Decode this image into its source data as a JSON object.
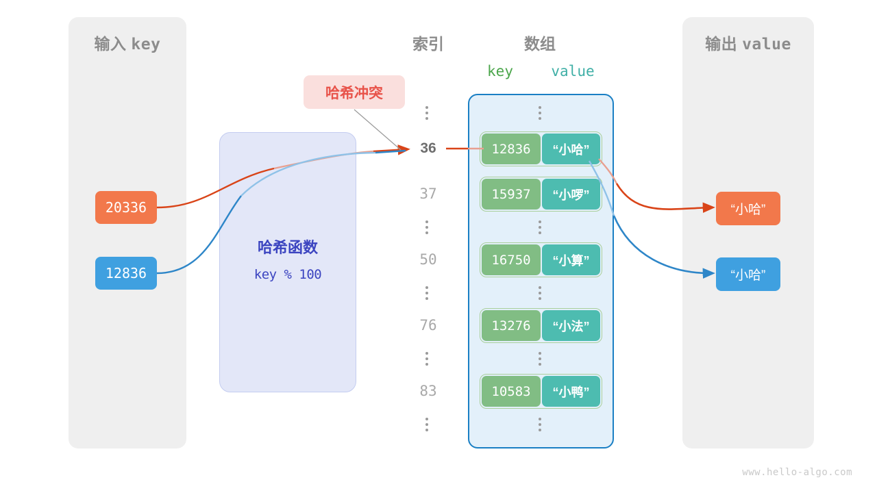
{
  "diagram": {
    "title": "哈希冲突",
    "watermark": "www.hello-algo.com"
  },
  "input_panel": {
    "title_cn": "输入",
    "title_mono": "key",
    "keys": [
      {
        "value": "20336",
        "color": "#F2784B"
      },
      {
        "value": "12836",
        "color": "#3FA0E0"
      }
    ]
  },
  "hash_function": {
    "title": "哈希函数",
    "formula": "key % 100",
    "color": "#3B44C0",
    "background": "#E3E7F8"
  },
  "collision": {
    "label": "哈希冲突",
    "text_color": "#E8534A",
    "background": "#FADFDD"
  },
  "middle": {
    "index_heading": "索引",
    "array_heading": "数组",
    "kv_key_header": "key",
    "kv_value_header": "value",
    "key_header_color": "#4CA64C",
    "value_header_color": "#3FAFA6",
    "array_border_color": "#1A7FC4",
    "array_background": "#E3F0FA"
  },
  "rows": [
    {
      "kind": "dots"
    },
    {
      "kind": "entry",
      "index": "36",
      "highlight": true,
      "key": "12836",
      "value": "“小哈”"
    },
    {
      "kind": "entry",
      "index": "37",
      "highlight": false,
      "key": "15937",
      "value": "“小啰”"
    },
    {
      "kind": "dots"
    },
    {
      "kind": "entry",
      "index": "50",
      "highlight": false,
      "key": "16750",
      "value": "“小算”"
    },
    {
      "kind": "dots"
    },
    {
      "kind": "entry",
      "index": "76",
      "highlight": false,
      "key": "13276",
      "value": "“小法”"
    },
    {
      "kind": "dots"
    },
    {
      "kind": "entry",
      "index": "83",
      "highlight": false,
      "key": "10583",
      "value": "“小鸭”"
    },
    {
      "kind": "dots"
    }
  ],
  "output_panel": {
    "title_cn": "输出",
    "title_mono": "value",
    "values": [
      {
        "value": "“小哈”",
        "color": "#F2784B"
      },
      {
        "value": "“小哈”",
        "color": "#3FA0E0"
      }
    ]
  }
}
